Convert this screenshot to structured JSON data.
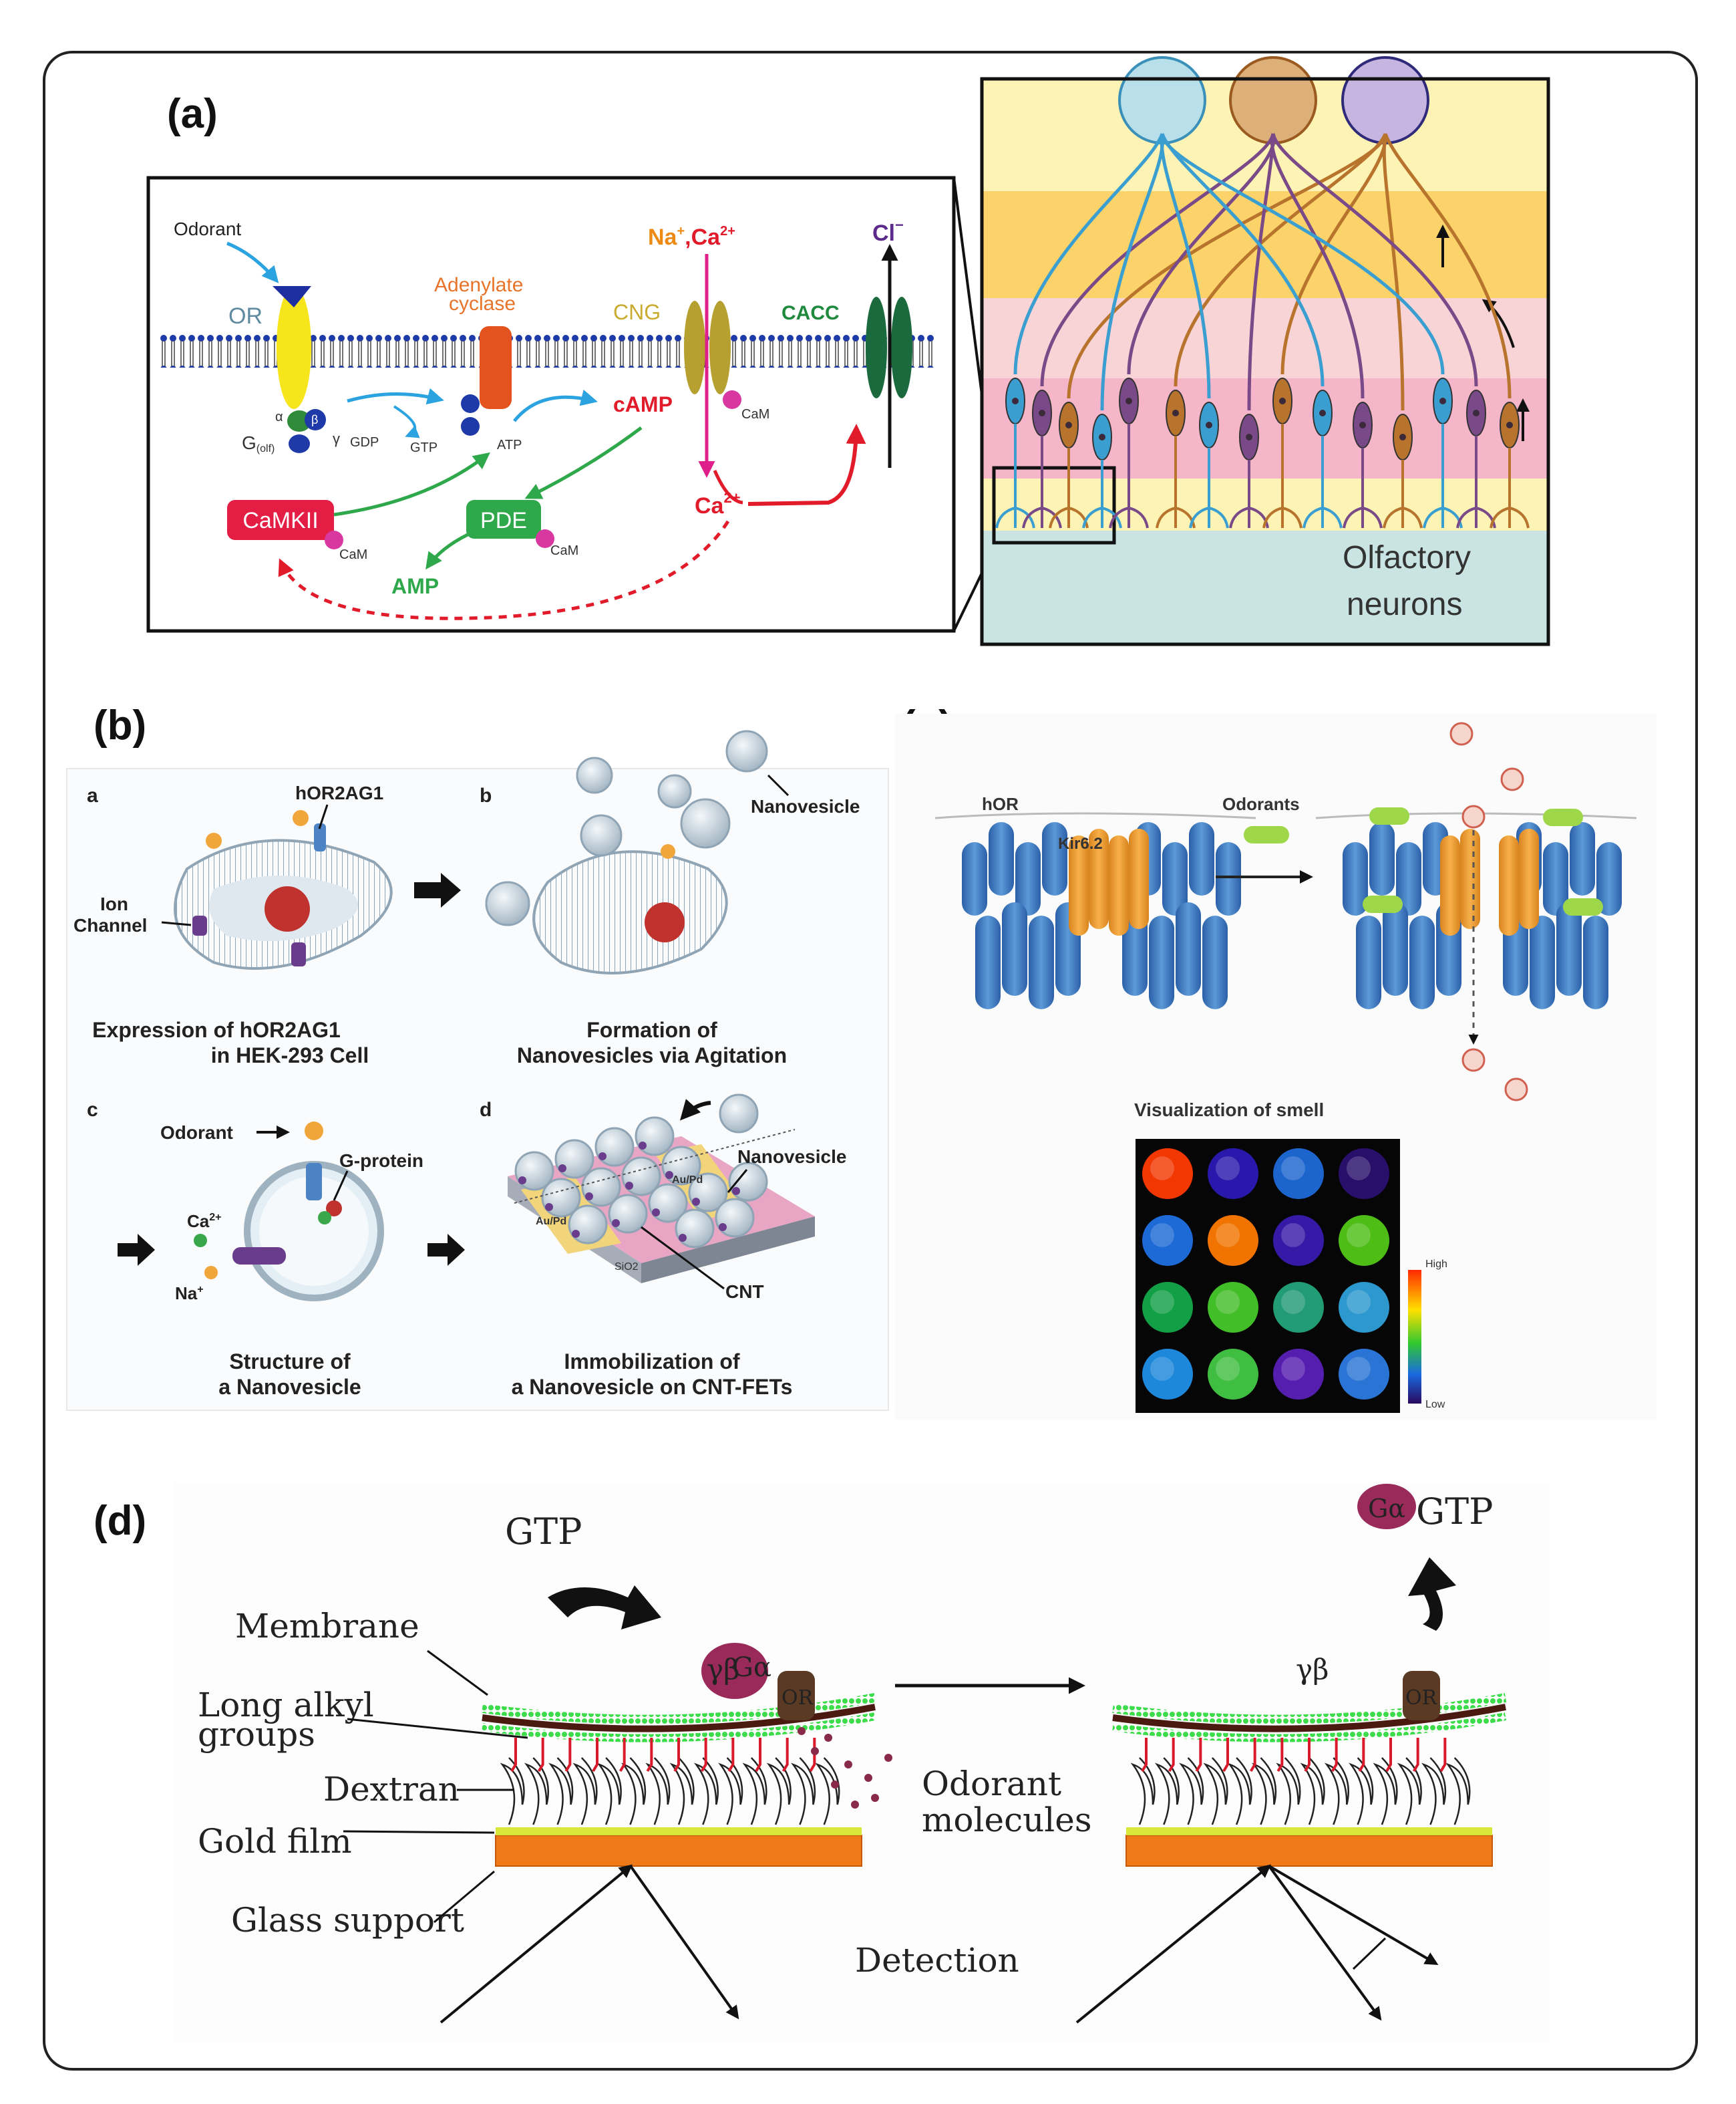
{
  "panels": {
    "a": "(a)",
    "b": "(b)",
    "c": "(c)",
    "d": "(d)"
  },
  "a": {
    "odorant": "Odorant",
    "or": "OR",
    "adenylate_1": "Adenylate",
    "adenylate_2": "cyclase",
    "cng": "CNG",
    "cacc": "CACC",
    "na": "Na",
    "na_sup": "+",
    "ca_in": ",Ca",
    "ca_in_sup": "2+",
    "cl": "Cl",
    "cl_sup": "−",
    "g_alpha": "α",
    "g_beta": "β",
    "g_gamma": "γ",
    "g_olf": "G",
    "g_olf_sub": "(olf)",
    "gdp": "GDP",
    "gtp": "GTP",
    "atp": "ATP",
    "camp": "cAMP",
    "camkii": "CaMKII",
    "pde": "PDE",
    "amp": "AMP",
    "cam": "CaM",
    "ca_out": "Ca",
    "ca_out_sup": "2+",
    "olfactory_1": "Olfactory",
    "olfactory_2": "neurons"
  },
  "b": {
    "sub_a": "a",
    "sub_b": "b",
    "sub_c": "c",
    "sub_d": "d",
    "hor2ag1": "hOR2AG1",
    "ion_1": "Ion",
    "ion_2": "Channel",
    "nanovesicle": "Nanovesicle",
    "cap_a1": "Expression of hOR2AG1",
    "cap_a2": "in HEK-293 Cell",
    "cap_b1": "Formation of",
    "cap_b2": "Nanovesicles via Agitation",
    "odorant": "Odorant",
    "gprotein": "G-protein",
    "ca": "Ca",
    "ca_sup": "2+",
    "na": "Na",
    "na_sup": "+",
    "cap_c1": "Structure of",
    "cap_c2": "a Nanovesicle",
    "nanovesicle_d": "Nanovesicle",
    "cnt": "CNT",
    "aupd": "Au/Pd",
    "sio2": "SiO2",
    "cap_d1": "Immobilization of",
    "cap_d2": "a Nanovesicle on CNT-FETs"
  },
  "c": {
    "hor": "hOR",
    "kir": "Kir6.2",
    "odorants": "Odorants",
    "vis_title": "Visualization of smell",
    "high": "High",
    "low": "Low",
    "heatmap": [
      [
        "#ff3a00",
        "#2a1ab5",
        "#1e6ad8",
        "#2a1070"
      ],
      [
        "#1f6fe0",
        "#ff7a00",
        "#3a1ab0",
        "#52c818"
      ],
      [
        "#13a84a",
        "#46c82a",
        "#24a47a",
        "#2fa0d8"
      ],
      [
        "#1f8ee6",
        "#43c844",
        "#5a20b8",
        "#2c7ae0"
      ]
    ]
  },
  "d": {
    "gtp": "GTP",
    "ga": "Gα",
    "ga_gtp": "GTP",
    "gb": "γβ",
    "membrane": "Membrane",
    "alkyl_1": "Long alkyl",
    "alkyl_2": "groups",
    "dextran": "Dextran",
    "gold": "Gold film",
    "glass": "Glass support",
    "odorant_1": "Odorant",
    "odorant_2": "molecules",
    "detection": "Detection",
    "or": "OR"
  }
}
